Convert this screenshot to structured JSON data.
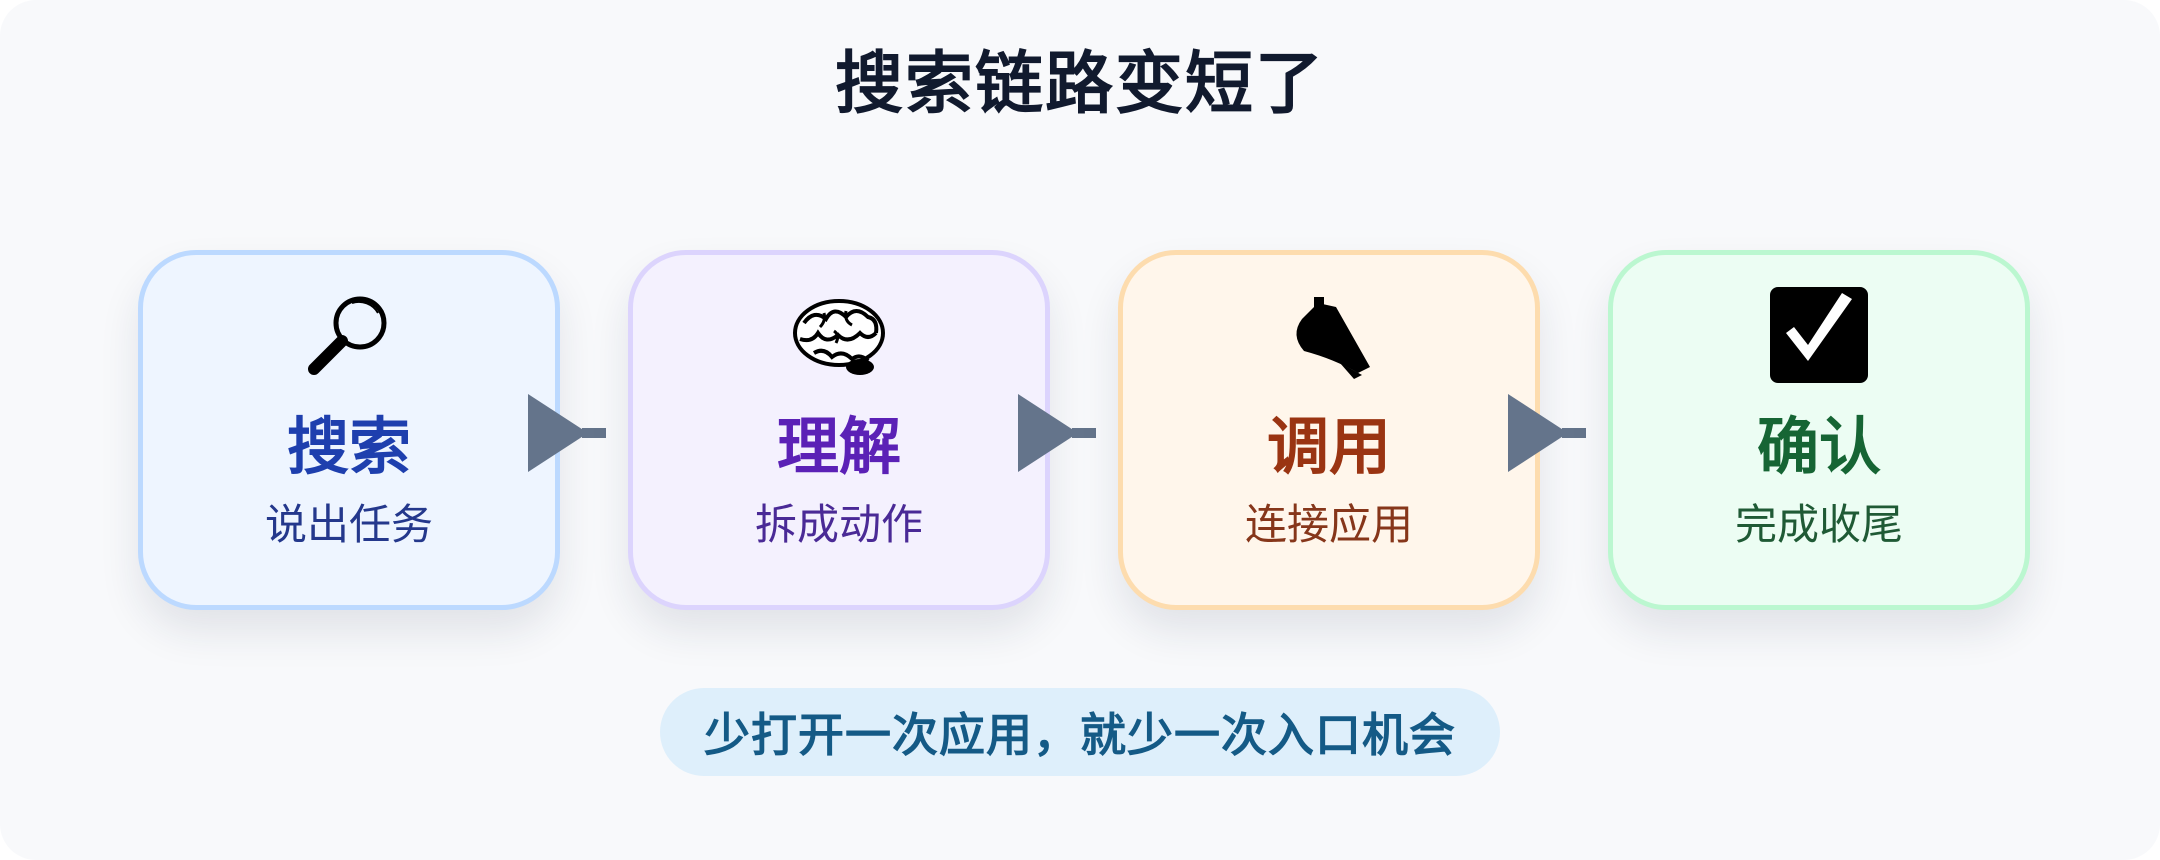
{
  "title": "搜索链路变短了",
  "steps": [
    {
      "name": "搜索",
      "desc": "说出任务",
      "icon": "magnifier-icon",
      "colors": {
        "bg": "#eef5ff",
        "border": "#bcd9ff",
        "name": "#1e3fae",
        "desc": "#24388c"
      }
    },
    {
      "name": "理解",
      "desc": "拆成动作",
      "icon": "brain-icon",
      "colors": {
        "bg": "#f4f1fe",
        "border": "#dcd4fd",
        "name": "#5b21b6",
        "desc": "#4a2a96"
      }
    },
    {
      "name": "调用",
      "desc": "连接应用",
      "icon": "megaphone-icon",
      "colors": {
        "bg": "#fff6eb",
        "border": "#fddcae",
        "name": "#9a3412",
        "desc": "#86361a"
      }
    },
    {
      "name": "确认",
      "desc": "完成收尾",
      "icon": "check-box-icon",
      "colors": {
        "bg": "#ecfdf3",
        "border": "#bbf7d0",
        "name": "#166534",
        "desc": "#1f5a35"
      }
    }
  ],
  "arrow_color": "#64748b",
  "footer": {
    "text": "少打开一次应用，就少一次入口机会",
    "bg": "#deeffb",
    "color": "#145a86"
  }
}
